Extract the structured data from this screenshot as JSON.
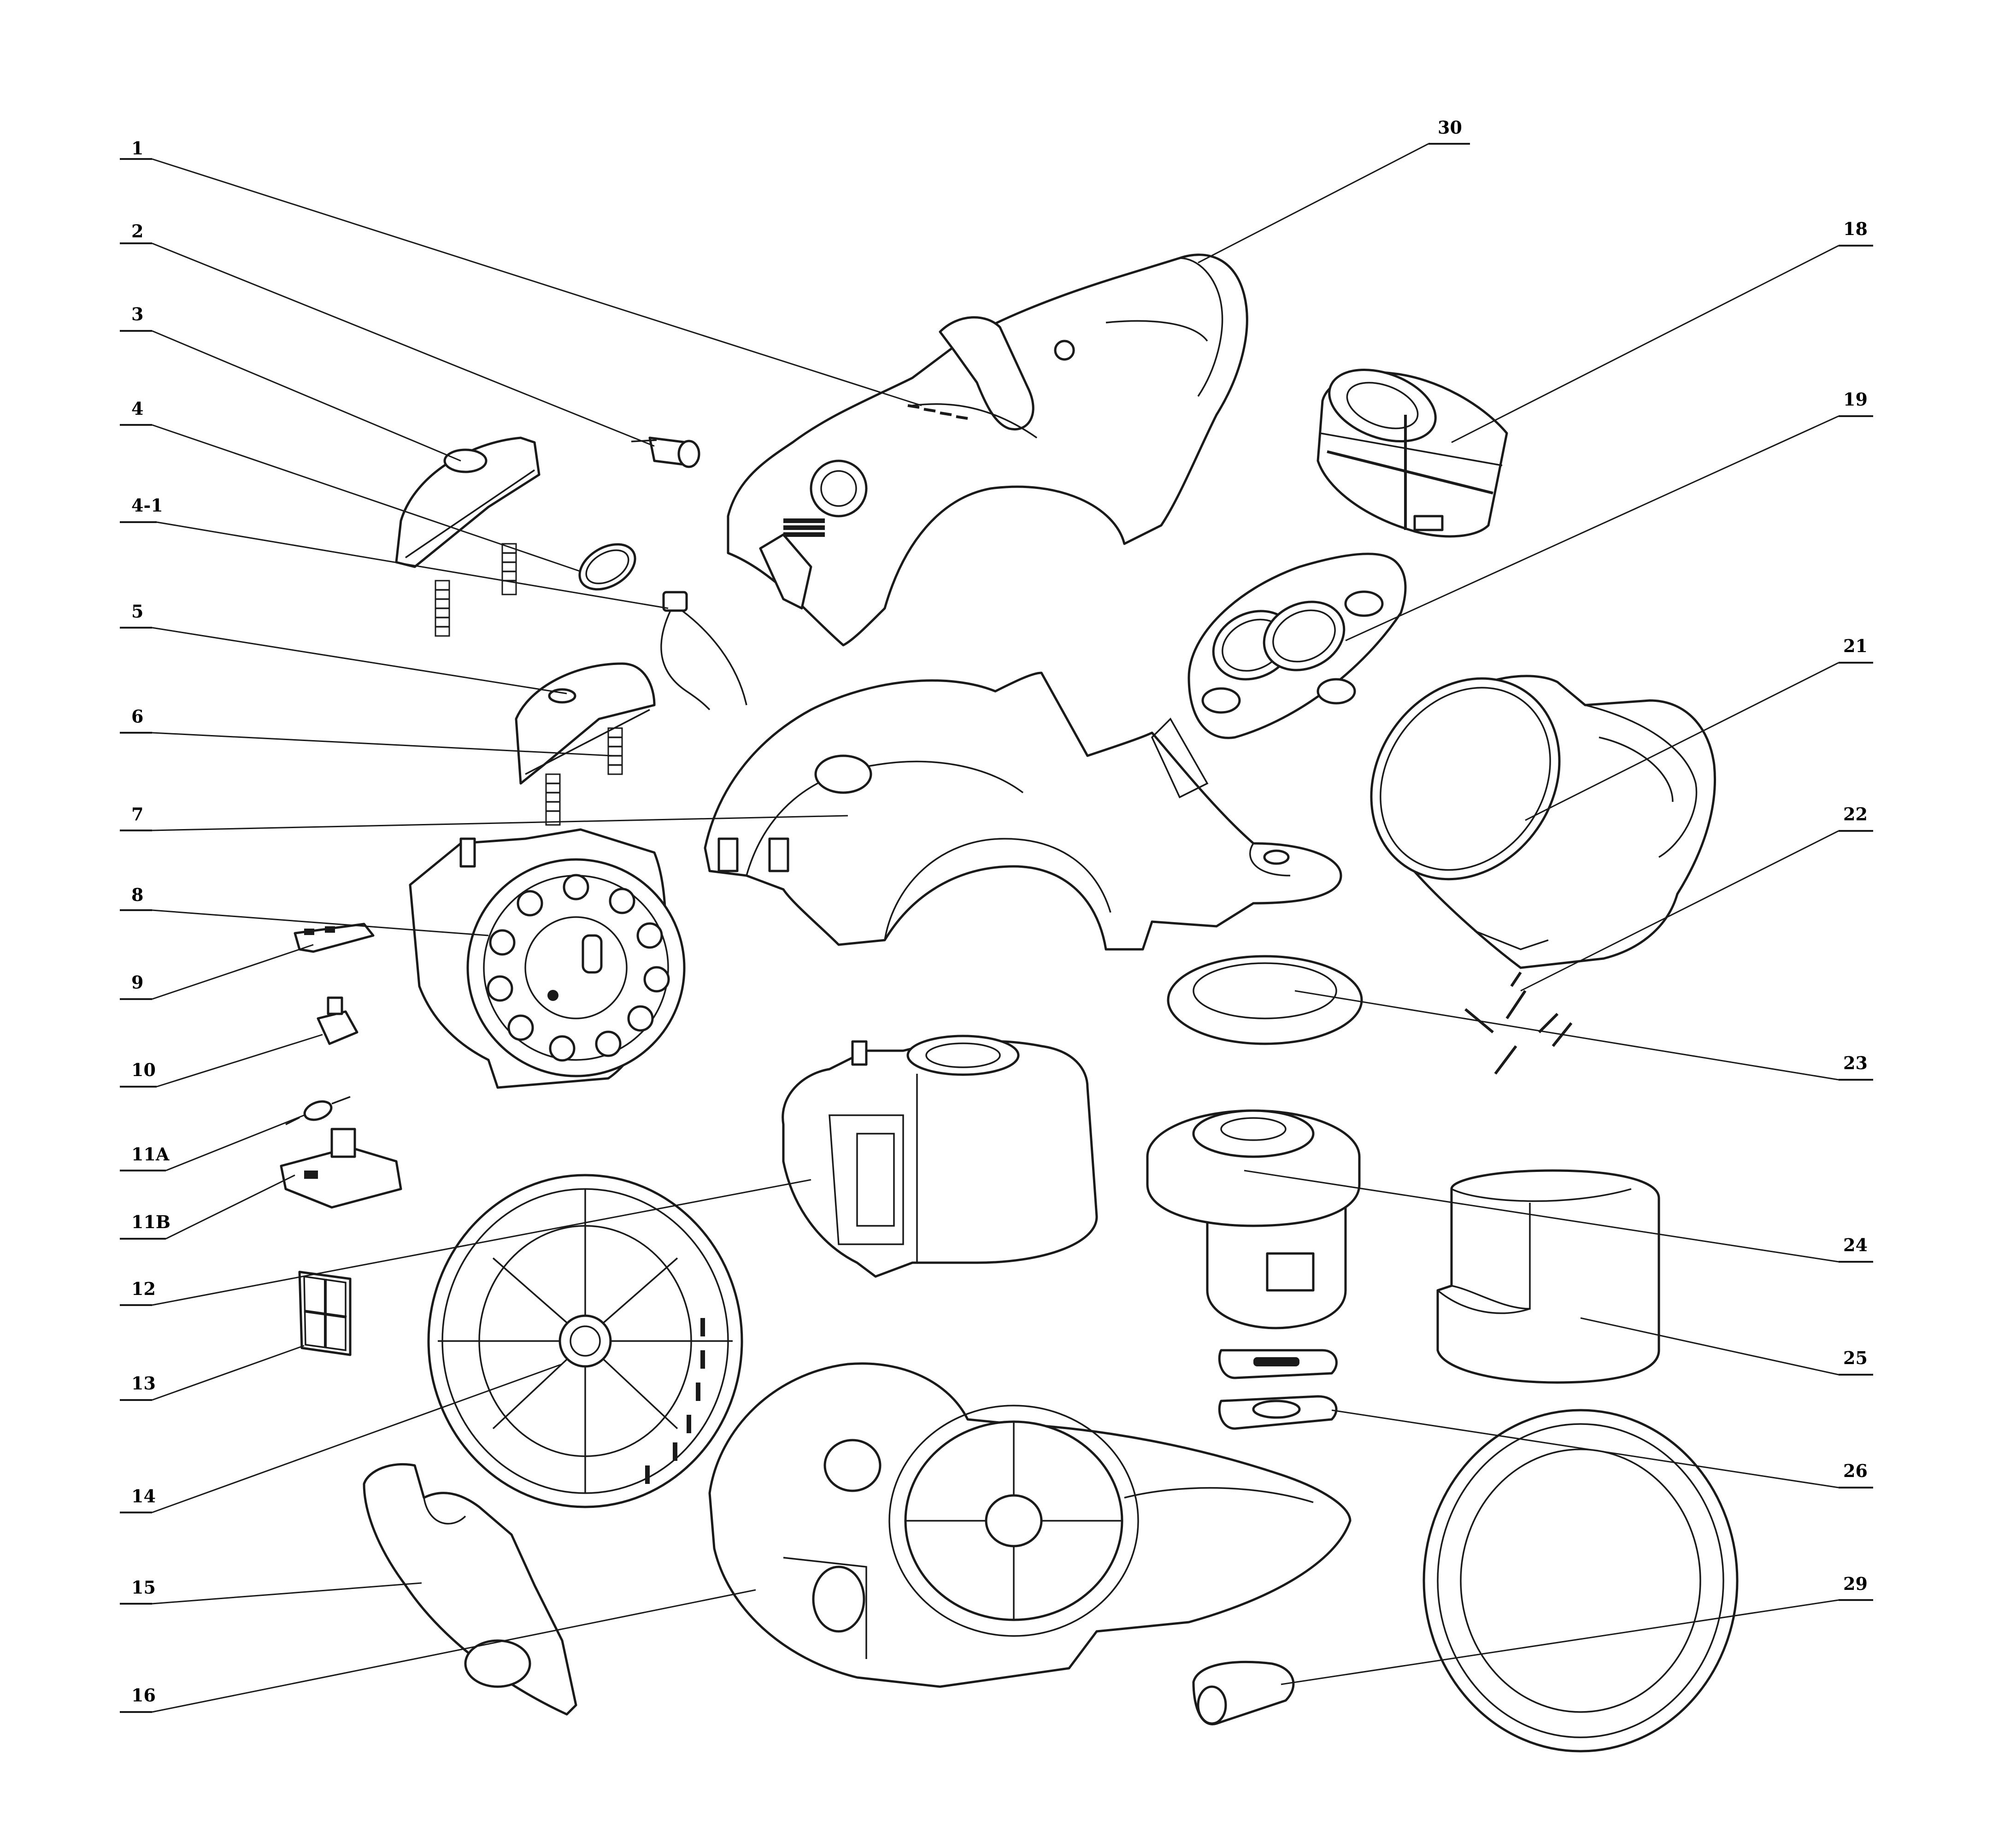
{
  "callouts": [
    {
      "id": "c1",
      "label": "1"
    },
    {
      "id": "c2",
      "label": "2"
    },
    {
      "id": "c3",
      "label": "3"
    },
    {
      "id": "c4",
      "label": "4"
    },
    {
      "id": "c4-1",
      "label": "4-1"
    },
    {
      "id": "c5",
      "label": "5"
    },
    {
      "id": "c6",
      "label": "6"
    },
    {
      "id": "c7",
      "label": "7"
    },
    {
      "id": "c8",
      "label": "8"
    },
    {
      "id": "c9",
      "label": "9"
    },
    {
      "id": "c10",
      "label": "10"
    },
    {
      "id": "c11a",
      "label": "11A"
    },
    {
      "id": "c11b",
      "label": "11B"
    },
    {
      "id": "c12",
      "label": "12"
    },
    {
      "id": "c13",
      "label": "13"
    },
    {
      "id": "c14",
      "label": "14"
    },
    {
      "id": "c15",
      "label": "15"
    },
    {
      "id": "c16",
      "label": "16"
    },
    {
      "id": "c30",
      "label": "30"
    },
    {
      "id": "c18",
      "label": "18"
    },
    {
      "id": "c19",
      "label": "19"
    },
    {
      "id": "c21",
      "label": "21"
    },
    {
      "id": "c22",
      "label": "22"
    },
    {
      "id": "c23",
      "label": "23"
    },
    {
      "id": "c24",
      "label": "24"
    },
    {
      "id": "c25",
      "label": "25"
    },
    {
      "id": "c26",
      "label": "26"
    },
    {
      "id": "c29",
      "label": "29"
    }
  ]
}
